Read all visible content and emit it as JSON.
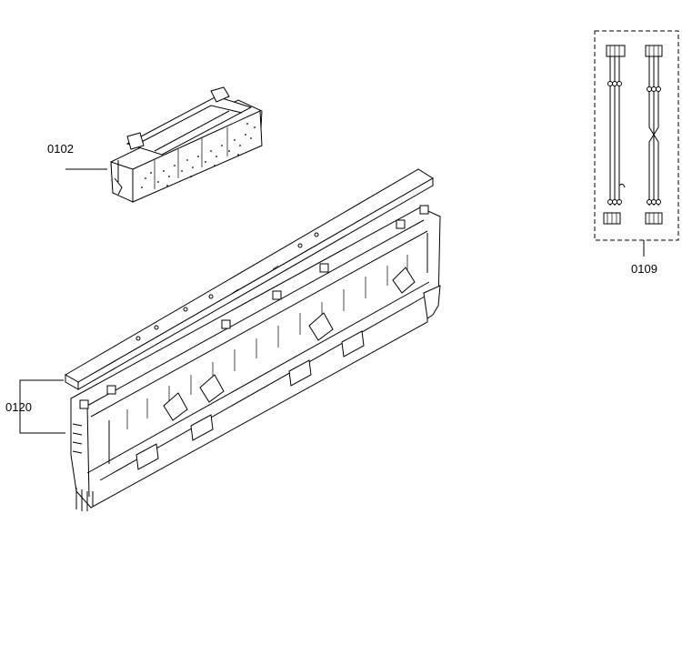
{
  "parts": [
    {
      "id": "control-module",
      "label": "0102"
    },
    {
      "id": "control-panel",
      "label": "0120"
    },
    {
      "id": "wiring-harness-kit",
      "label": "0109"
    }
  ]
}
